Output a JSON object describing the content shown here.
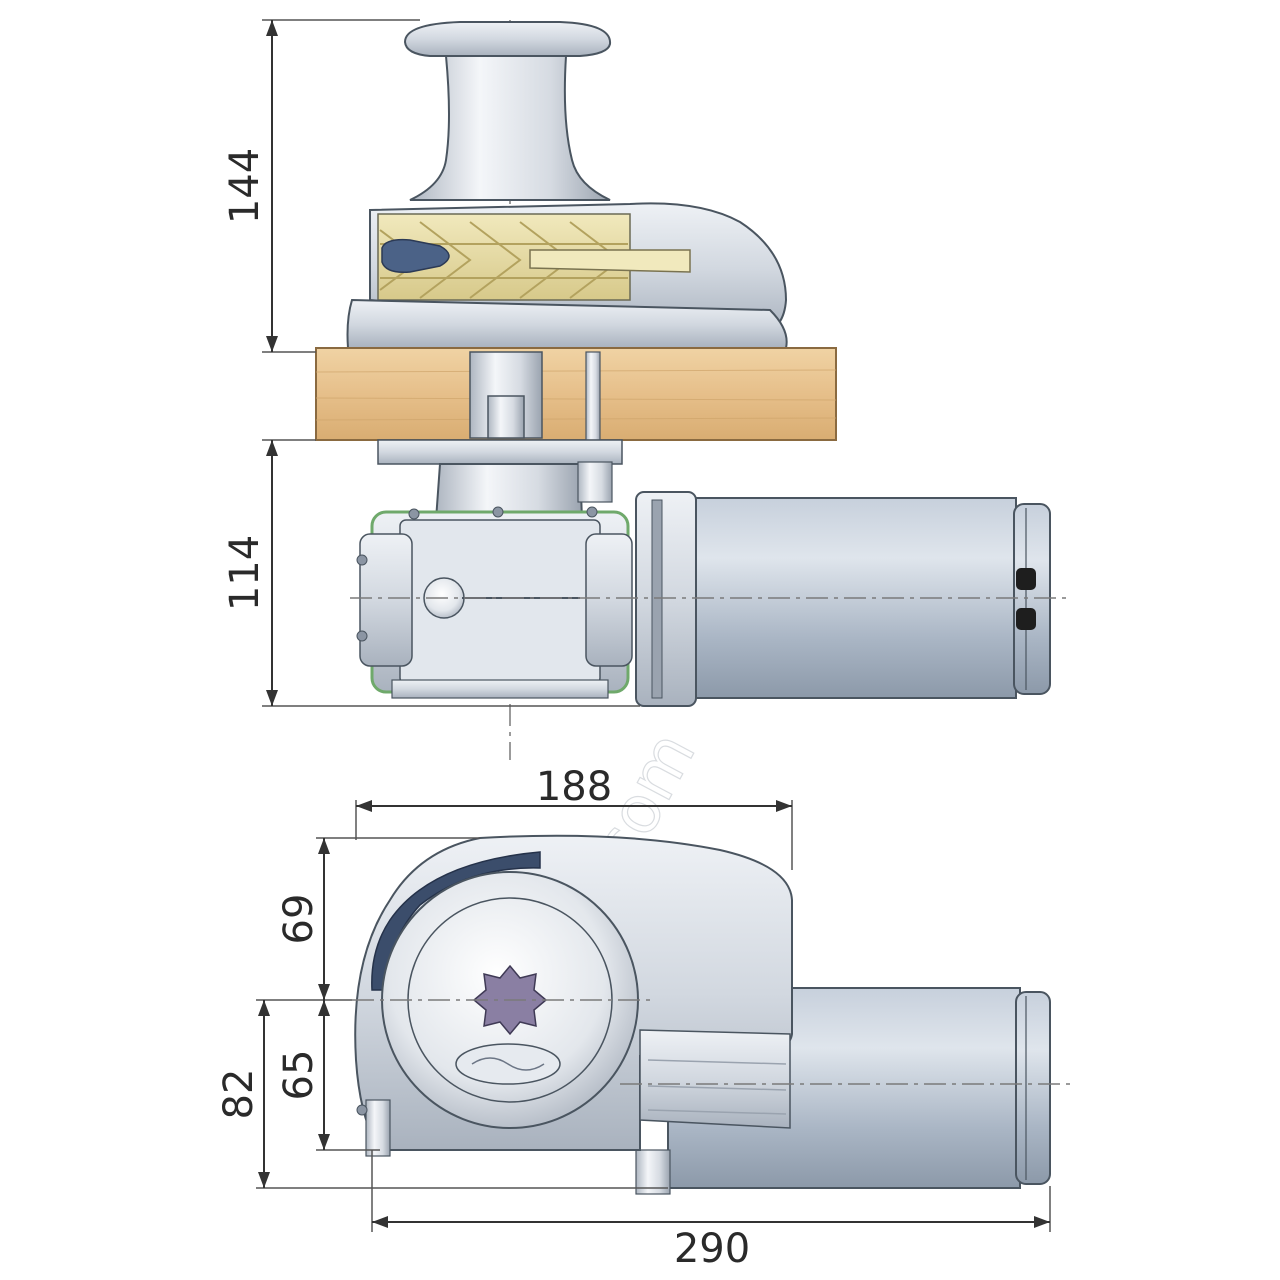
{
  "dimensions": {
    "height_above_deck": "144",
    "height_below_deck": "114",
    "top_width": "188",
    "upper_depth": "69",
    "lower_depth_inner": "65",
    "lower_depth_outer": "82",
    "total_length": "290"
  },
  "watermark": "denizli.com",
  "colors": {
    "metal": "#d9dde4",
    "motor": "#b7c2d0",
    "wood": "#e9c593",
    "gypsy": "#e8dca0",
    "seal_green": "#9fcf9b",
    "outline": "#4a5560"
  }
}
